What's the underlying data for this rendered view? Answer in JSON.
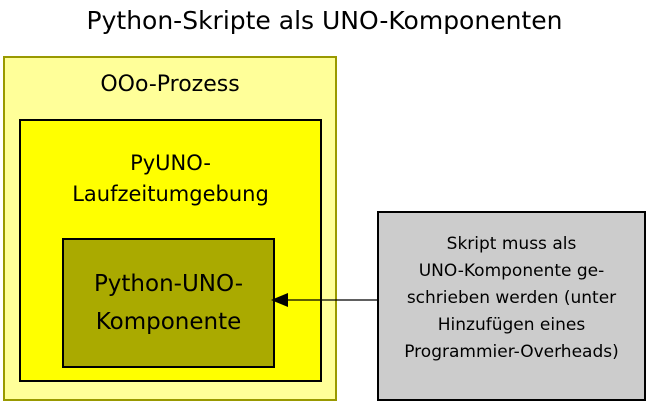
{
  "title": "Python-Skripte als UNO-Komponenten",
  "colors": {
    "outer_box_fill": "#FFFF99",
    "outer_box_border": "#999900",
    "inner_box_fill": "#FFFF00",
    "inner_box_border": "#000000",
    "component_box_fill": "#AAAA00",
    "component_box_border": "#000000",
    "annotation_box_fill": "#CCCCCC",
    "annotation_box_border": "#000000",
    "arrow": "#000000",
    "page_background": "#FFFFFF",
    "text": "#000000"
  },
  "boxes": {
    "process": {
      "label": "OOo-Prozess"
    },
    "runtime": {
      "label_line1": "PyUNO-",
      "label_line2": "Laufzeitumgebung"
    },
    "component": {
      "label_line1": "Python-UNO-",
      "label_line2": "Komponente"
    },
    "annotation": {
      "line1": "Skript muss als",
      "line2": "UNO-Komponente ge-",
      "line3": "schrieben werden (unter",
      "line4": "Hinzufügen eines",
      "line5": "Programmier-Overheads)"
    }
  },
  "connector": {
    "icon": "arrow-left-icon",
    "direction": "left",
    "from": "annotation",
    "to": "component"
  }
}
